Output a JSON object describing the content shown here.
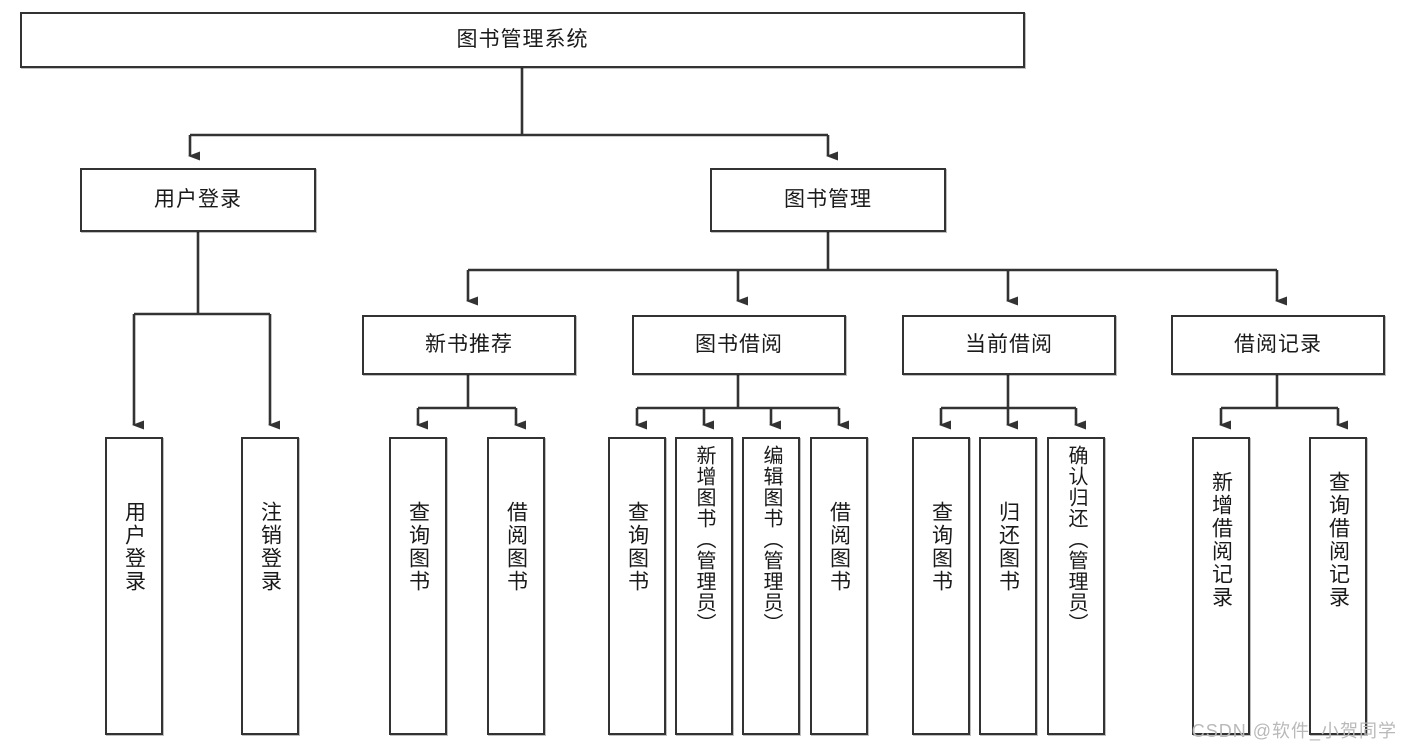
{
  "diagram": {
    "title": "图书管理系统",
    "type": "tree-hierarchy",
    "watermark": "CSDN @软件_小贺同学",
    "colors": {
      "box_border": "#333333",
      "box_fill": "#ffffff",
      "edge": "#333333",
      "text": "#1a1a1a",
      "watermark": "#b9b9b9"
    },
    "root": {
      "label": "图书管理系统"
    },
    "level2": [
      {
        "label": "用户登录"
      },
      {
        "label": "图书管理"
      }
    ],
    "level3": [
      {
        "label": "新书推荐"
      },
      {
        "label": "图书借阅"
      },
      {
        "label": "当前借阅"
      },
      {
        "label": "借阅记录"
      }
    ],
    "leaves": {
      "user_login": [
        {
          "label": "用户登录"
        },
        {
          "label": "注销登录"
        }
      ],
      "new_book_recommend": [
        {
          "label": "查询图书"
        },
        {
          "label": "借阅图书"
        }
      ],
      "book_borrow": [
        {
          "label": "查询图书"
        },
        {
          "label": "新增图书（管理员）"
        },
        {
          "label": "编辑图书（管理员）"
        },
        {
          "label": "借阅图书"
        }
      ],
      "current_borrow": [
        {
          "label": "查询图书"
        },
        {
          "label": "归还图书"
        },
        {
          "label": "确认归还（管理员）"
        }
      ],
      "borrow_record": [
        {
          "label": "新增借阅记录"
        },
        {
          "label": "查询借阅记录"
        }
      ]
    }
  }
}
